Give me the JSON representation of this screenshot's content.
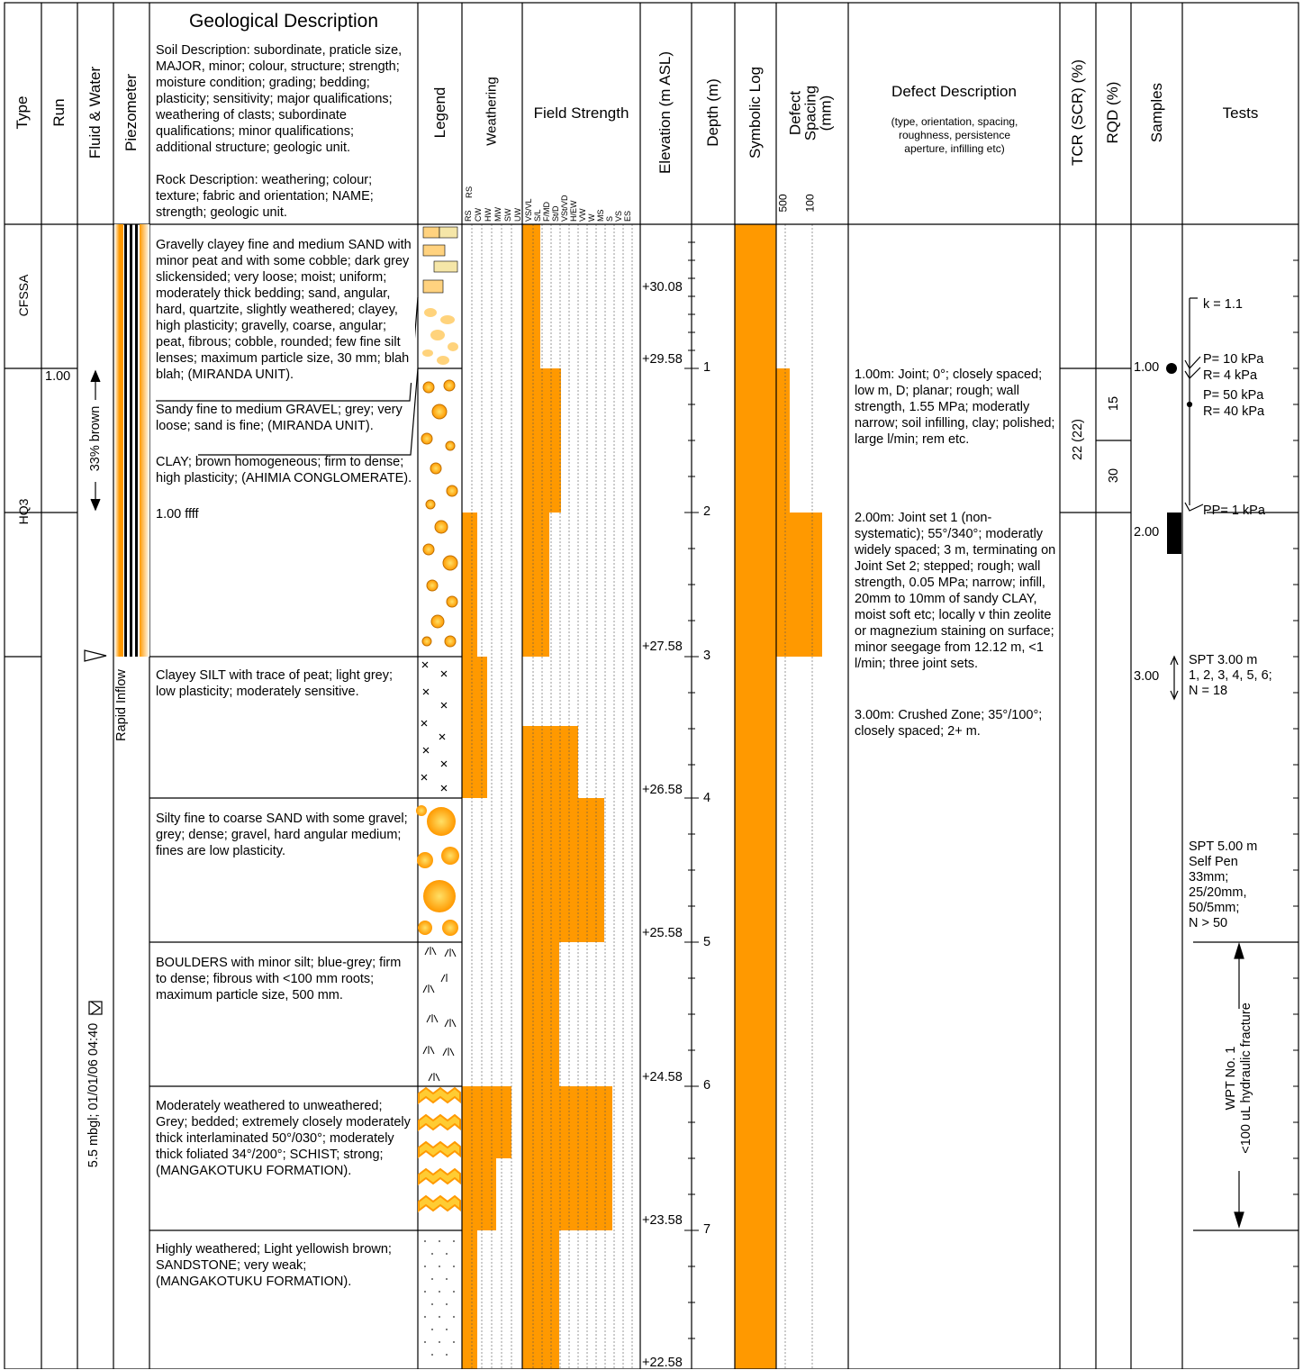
{
  "header": {
    "type": "Type",
    "run": "Run",
    "fluid_water": "Fluid & Water",
    "piezometer": "Piezometer",
    "geo_title": "Geological Description",
    "soil_desc": "Soil Description: subordinate, praticle size, MAJOR, minor; colour, structure; strength; moisture condition; grading; bedding; plasticity; sensitivity; major qualifications; weathering of clasts; subordinate qualifications; minor qualifications; additional structure; geologic unit.",
    "rock_desc": "Rock Description:  weathering; colour; texture; fabric and orientation; NAME; strength; geologic unit.",
    "legend": "Legend",
    "weathering": "Weathering",
    "weathering_codes": [
      "RS",
      "CW",
      "HW",
      "MW",
      "SW",
      "UW"
    ],
    "field_strength": "Field Strength",
    "strength_codes": [
      "VS/VL",
      "S/L",
      "F/MD",
      "St/D",
      "VSt/VD",
      "H/EW",
      "VW",
      "W",
      "MS",
      "S",
      "VS",
      "ES"
    ],
    "elevation": "Elevation (m ASL)",
    "depth": "Depth (m)",
    "symbolic_log": "Symbolic Log",
    "defect_spacing_1": "Defect",
    "defect_spacing_2": "Spacing",
    "defect_spacing_3": "(mm)",
    "spacing_ticks": [
      "500",
      "100"
    ],
    "defect_desc_title": "Defect Description",
    "defect_desc_sub": "(type, orientation, spacing, roughness, persistence aperture, infilling etc)",
    "tcr": "TCR (SCR) (%)",
    "rqd": "RQD (%)",
    "samples": "Samples",
    "tests": "Tests"
  },
  "types": [
    {
      "label": "CFSSA",
      "from_depth": 0,
      "to_depth": 1
    },
    {
      "label": "HQ3",
      "from_depth": 1,
      "to_depth": 3
    }
  ],
  "run": {
    "label": "1.00",
    "brown": "33% brown"
  },
  "water": {
    "inflow": "Rapid Inflow",
    "level": "5.5 mbgl; 01/01/06 04:40"
  },
  "strata": [
    {
      "from": 0,
      "to": 1,
      "text": "Gravelly clayey fine and medium SAND with minor peat and with some cobble; dark grey slickensided; very loose; moist; uniform; moderately thick bedding; sand, angular, hard, quartzite, slightly weathered; clayey, high plasticity; gravelly, coarse, angular; peat, fibrous; cobble, rounded; few fine silt lenses; maximum particle size, 30 mm; blah blah; (MIRANDA UNIT)."
    },
    {
      "from": 1,
      "to": 3,
      "text": "Sandy fine to medium GRAVEL; grey; very loose; sand is fine; (MIRANDA UNIT).",
      "text2": "CLAY; brown homogeneous; firm to dense; high plasticity; (AHIMIA CONGLOMERATE).",
      "text3": "1.00 ffff"
    },
    {
      "from": 3,
      "to": 4,
      "text": "Clayey SILT with trace of peat; light grey; low plasticity; moderately sensitive."
    },
    {
      "from": 4,
      "to": 5,
      "text": "Silty fine to coarse SAND with some gravel; grey; dense; gravel, hard angular medium; fines are low plasticity."
    },
    {
      "from": 5,
      "to": 6,
      "text": "BOULDERS with minor silt; blue-grey; firm to dense; fibrous with <100 mm roots; maximum particle size, 500 mm."
    },
    {
      "from": 6,
      "to": 7,
      "text": "Moderately weathered to unweathered; Grey; bedded; extremely closely moderately thick interlaminated 50°/030°; moderately thick foliated 34°/200°; SCHIST; strong; (MANGAKOTUKU FORMATION)."
    },
    {
      "from": 7,
      "to": 8,
      "text": "Highly weathered; Light yellowish brown; SANDSTONE; very weak; (MANGAKOTUKU FORMATION)."
    }
  ],
  "elevations": [
    "+30.08",
    "+29.58",
    "+27.58",
    "+26.58",
    "+25.58",
    "+24.58",
    "+23.58",
    "+22.58"
  ],
  "depths": [
    "1",
    "2",
    "3",
    "4",
    "5",
    "6",
    "7"
  ],
  "defects": [
    "1.00m: Joint; 0°; closely spaced; low m, D; planar; rough; wall strength, 1.55 MPa; moderatly narrow; soil infilling, clay; polished; large l/min; rem etc.",
    "2.00m: Joint set 1 (non-systematic); 55°/340°; moderatly widely spaced; 3 m, terminating on Joint Set 2; stepped; rough; wall strength, 0.05 MPa; narrow; infill, 20mm to 10mm of sandy CLAY, moist soft etc; locally v thin zeolite or magnezium staining on surface; minor seegage from 12.12 m, <1 l/min; three joint sets.",
    "3.00m: Crushed Zone; 35°/100°; closely spaced; 2+ m."
  ],
  "core": {
    "tcr": "22 (22)",
    "rqd": [
      "15",
      "30"
    ]
  },
  "samples": [
    "1.00",
    "2.00",
    "3.00"
  ],
  "tests": {
    "k": "k = 1.1",
    "p1": "P= 10 kPa",
    "r1": "R= 4 kPa",
    "p2": "P= 50 kPa",
    "r2": "R= 40 kPa",
    "pp": "PP= 1 kPa",
    "spt3": "SPT 3.00 m",
    "spt3b": "1, 2, 3, 4, 5, 6;",
    "spt3c": "N = 18",
    "spt5": "SPT 5.00 m",
    "spt5b": "Self Pen",
    "spt5c": "33mm;",
    "spt5d": "25/20mm,",
    "spt5e": "50/5mm;",
    "spt5f": "N > 50",
    "wpt1": "WPT No. 1",
    "wpt2": "<100 uL hydraulic fracture"
  },
  "colors": {
    "orange": "#FF9900",
    "black": "#000000"
  }
}
